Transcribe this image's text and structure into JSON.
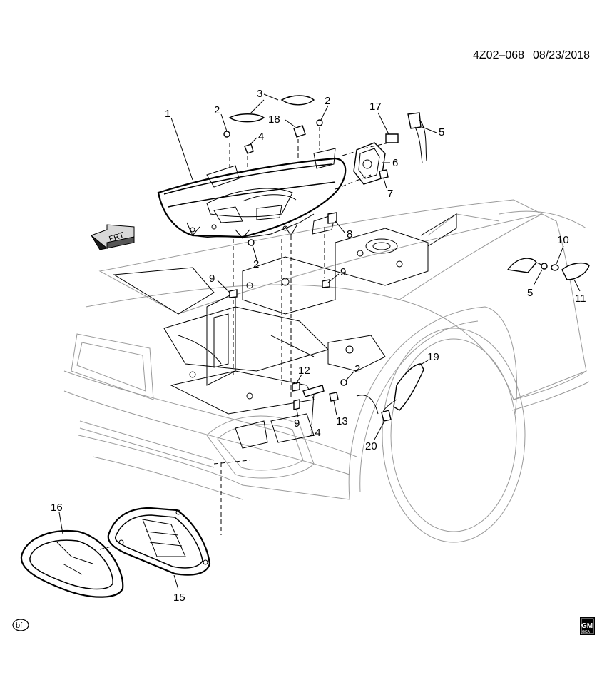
{
  "header": {
    "diagram_id": "4Z02–068",
    "date": "08/23/2018"
  },
  "direction_arrow": {
    "label": "FRT"
  },
  "footer": {
    "left_mark": "bf",
    "logo_main": "GM",
    "logo_sub": "GCA"
  },
  "callouts": [
    "1",
    "2",
    "2",
    "2",
    "2",
    "3",
    "4",
    "5",
    "5",
    "6",
    "7",
    "8",
    "9",
    "9",
    "9",
    "10",
    "11",
    "12",
    "13",
    "14",
    "15",
    "16",
    "17",
    "18",
    "19",
    "20"
  ]
}
